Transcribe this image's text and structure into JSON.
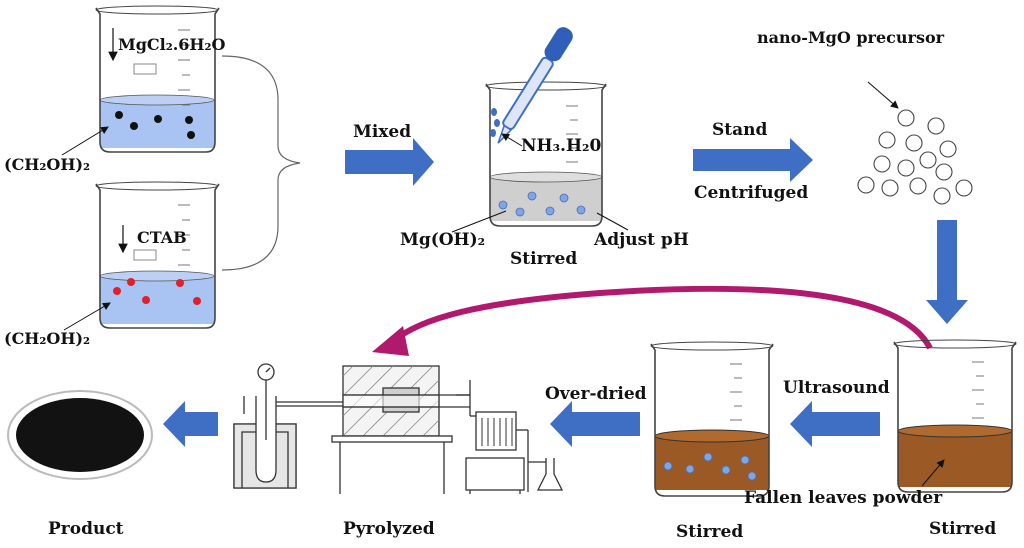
{
  "colors": {
    "arrow_blue": "#3f6fc4",
    "solution_blue": "#a9c3f2",
    "dot_black": "#111111",
    "dot_red": "#e0202a",
    "dot_blue": "#7fa5e6",
    "brown": "#9b5a25",
    "grey_fluid": "#cfcfcf",
    "magenta": "#b0196e",
    "product_black": "#121212"
  },
  "labels": {
    "mgcl2": "MgCl₂.6H₂O",
    "ch2oh2_top": "(CH₂OH)₂",
    "ctab": "CTAB",
    "ch2oh2_bottom": "(CH₂OH)₂",
    "mixed": "Mixed",
    "nh3h2o": "NH₃.H₂0",
    "mgoh2": "Mg(OH)₂",
    "stirred_top": "Stirred",
    "adjust_ph": "Adjust pH",
    "stand": "Stand",
    "centrifuged": "Centrifuged",
    "nano_mgo": "nano-MgO precursor",
    "ultrasound": "Ultrasound",
    "over_dried": "Over-dried",
    "fallen_leaves": "Fallen leaves powder",
    "stirred_right": "Stirred",
    "stirred_mid": "Stirred",
    "pyrolyzed": "Pyrolyzed",
    "product": "Product"
  },
  "icons": [
    "beaker",
    "dropper",
    "furnace",
    "thermometer",
    "condenser",
    "flask",
    "product-dish",
    "flow-arrow",
    "curved-arrow"
  ]
}
